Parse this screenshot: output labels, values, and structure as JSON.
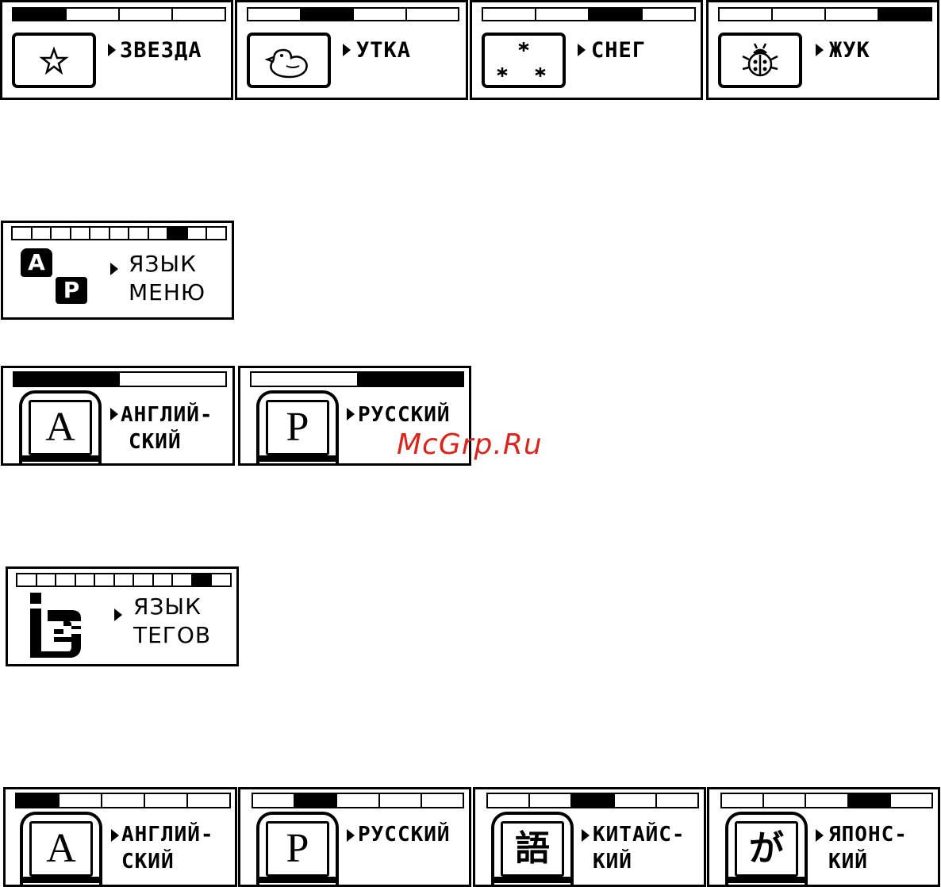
{
  "icons_row": {
    "screens": [
      {
        "label": "ЗВЕЗДА",
        "icon": "star-icon",
        "progress_segments": 4,
        "active_segment": 1
      },
      {
        "label": "УТКА",
        "icon": "duck-icon",
        "progress_segments": 4,
        "active_segment": 2
      },
      {
        "label": "СНЕГ",
        "icon": "snow-icon",
        "progress_segments": 4,
        "active_segment": 3
      },
      {
        "label": "ЖУК",
        "icon": "beetle-icon",
        "progress_segments": 4,
        "active_segment": 4
      }
    ]
  },
  "menu_language": {
    "label_line1": "ЯЗЫК",
    "label_line2": "МЕНЮ",
    "icon": "language-a-p-icon",
    "badge_top": "A",
    "badge_bottom": "P",
    "progress_segments": 11,
    "active_segment": 9
  },
  "menu_language_options": {
    "screens": [
      {
        "label_line1": "АНГЛИЙ-",
        "label_line2": "СКИЙ",
        "letter": "A",
        "icon": "letter-a-icon",
        "progress_fraction": 0.5,
        "fill_side": "left"
      },
      {
        "label_line1": "РУССКИЙ",
        "label_line2": "",
        "letter": "P",
        "icon": "letter-p-icon",
        "progress_fraction": 0.5,
        "fill_side": "right"
      }
    ]
  },
  "tag_language": {
    "label_line1": "ЯЗЫК",
    "label_line2": "ТЕГОВ",
    "icon": "id3-tag-icon",
    "progress_segments": 11,
    "active_segment": 10
  },
  "tag_language_options": {
    "screens": [
      {
        "label_line1": "АНГЛИЙ-",
        "label_line2": "СКИЙ",
        "letter": "A",
        "icon": "letter-a-icon",
        "progress_segments": 5,
        "active_segment": 1
      },
      {
        "label_line1": "РУССКИЙ",
        "label_line2": "",
        "letter": "P",
        "icon": "letter-p-icon",
        "progress_segments": 5,
        "active_segment": 2
      },
      {
        "label_line1": "КИТАЙС-",
        "label_line2": "КИЙ",
        "letter": "語",
        "icon": "chinese-char-icon",
        "progress_segments": 5,
        "active_segment": 3
      },
      {
        "label_line1": "ЯПОНС-",
        "label_line2": "КИЙ",
        "letter": "が",
        "icon": "japanese-char-icon",
        "progress_segments": 5,
        "active_segment": 4
      }
    ]
  },
  "watermark": "McGrp.Ru"
}
